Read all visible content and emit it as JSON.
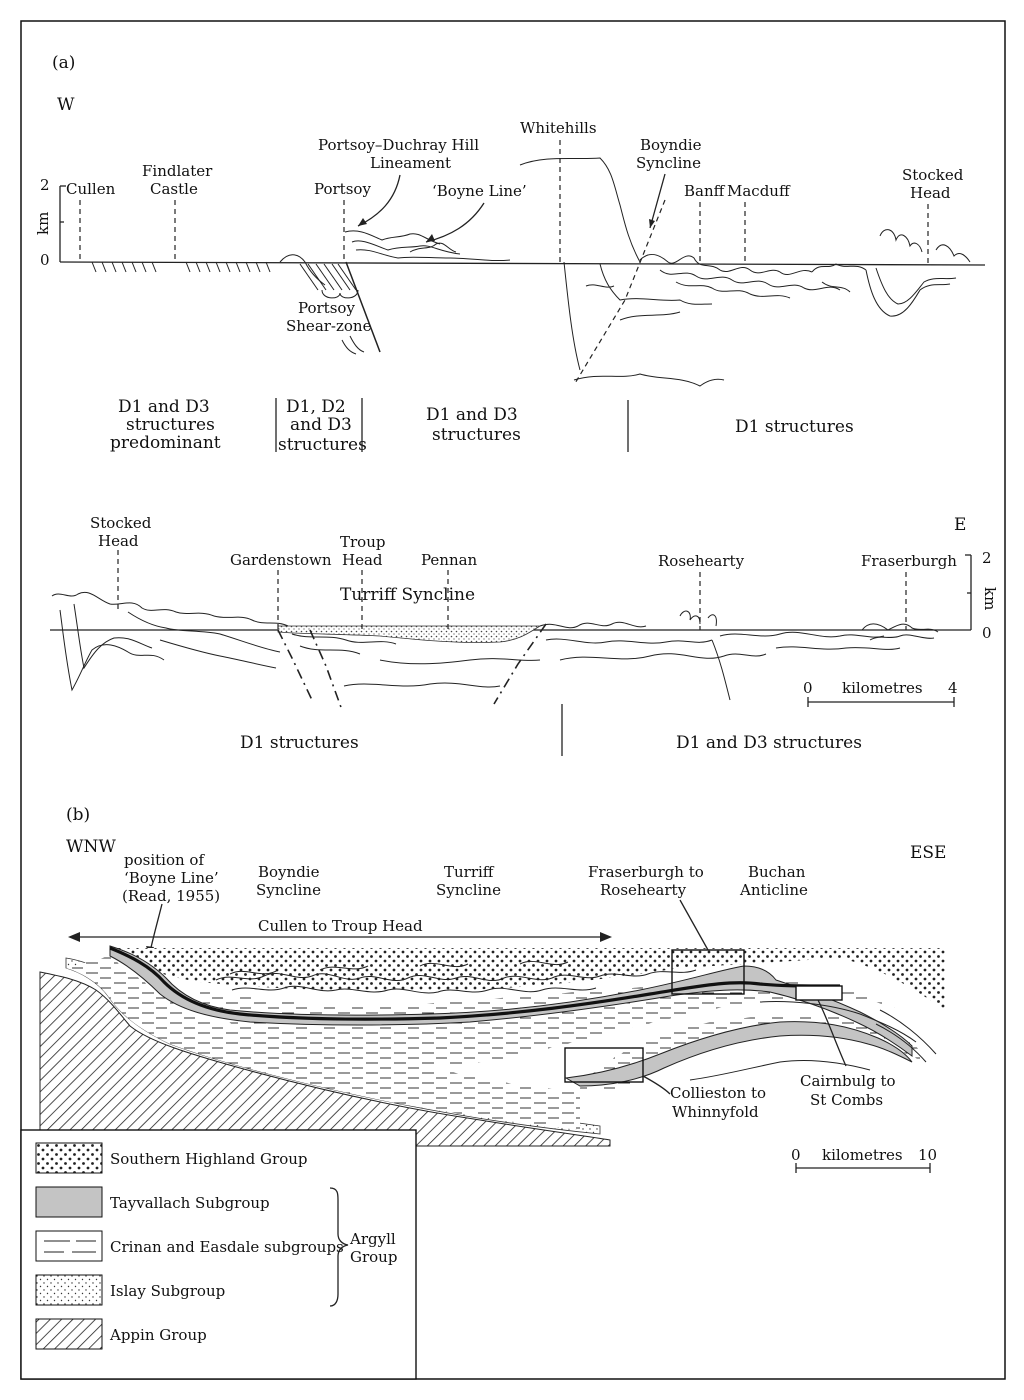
{
  "panel_a": {
    "label": "(a)",
    "west": "W",
    "east": "E",
    "upper_section": {
      "scale_top": "2",
      "scale_bottom": "0",
      "scale_unit": "km",
      "places": {
        "cullen": "Cullen",
        "findlater_1": "Findlater",
        "findlater_2": "Castle",
        "portsoy": "Portsoy",
        "lineament_1": "Portsoy–Duchray Hill",
        "lineament_2": "Lineament",
        "boyne_line": "‘Boyne Line’",
        "whitehills": "Whitehills",
        "boyndie_1": "Boyndie",
        "boyndie_2": "Syncline",
        "banff": "Banff",
        "macduff": "Macduff",
        "stocked_1": "Stocked",
        "stocked_2": "Head",
        "shear_1": "Portsoy",
        "shear_2": "Shear-zone"
      },
      "structure_zones": [
        [
          "D1 and D3",
          "structures",
          "predominant"
        ],
        [
          "D1, D2",
          "and D3",
          "structures"
        ],
        [
          "D1 and D3",
          "structures"
        ],
        [
          "D1 structures"
        ]
      ]
    },
    "lower_section": {
      "places": {
        "stocked_1": "Stocked",
        "stocked_2": "Head",
        "gardenstown": "Gardenstown",
        "troup_1": "Troup",
        "troup_2": "Head",
        "pennan": "Pennan",
        "turriff": "Turriff Syncline",
        "rosehearty": "Rosehearty",
        "fraserburgh": "Fraserburgh"
      },
      "scale_top": "2",
      "scale_bottom": "0",
      "scale_unit": "km",
      "bar_start": "0",
      "bar_unit": "kilometres",
      "bar_end": "4",
      "structure_zones": [
        "D1 structures",
        "D1 and D3 structures"
      ]
    }
  },
  "panel_b": {
    "label": "(b)",
    "west": "WNW",
    "east": "ESE",
    "headers": {
      "boyne_1": "position of",
      "boyne_2": "‘Boyne Line’",
      "boyne_3": "(Read, 1955)",
      "boyndie_1": "Boyndie",
      "boyndie_2": "Syncline",
      "turriff_1": "Turriff",
      "turriff_2": "Syncline",
      "fraser_1": "Fraserburgh to",
      "fraser_2": "Rosehearty",
      "buchan_1": "Buchan",
      "buchan_2": "Anticline"
    },
    "range_label": "Cullen to Troup Head",
    "callouts": {
      "collieston_1": "Collieston to",
      "collieston_2": "Whinnyfold",
      "cairnbulg_1": "Cairnbulg to",
      "cairnbulg_2": "St Combs"
    },
    "scale": {
      "start": "0",
      "unit": "kilometres",
      "end": "10"
    }
  },
  "legend": {
    "items": [
      {
        "label": "Southern Highland Group",
        "pattern": "dots-coarse"
      },
      {
        "label": "Tayvallach Subgroup",
        "pattern": "grey-fill"
      },
      {
        "label": "Crinan and Easdale subgroups",
        "pattern": "dashes"
      },
      {
        "label": "Islay Subgroup",
        "pattern": "dots-fine"
      },
      {
        "label": "Appin Group",
        "pattern": "hatch"
      }
    ],
    "group_1": "Argyll",
    "group_2": "Group"
  },
  "colors": {
    "tayvallach_grey": "#c4c4c4",
    "ink": "#222222"
  }
}
